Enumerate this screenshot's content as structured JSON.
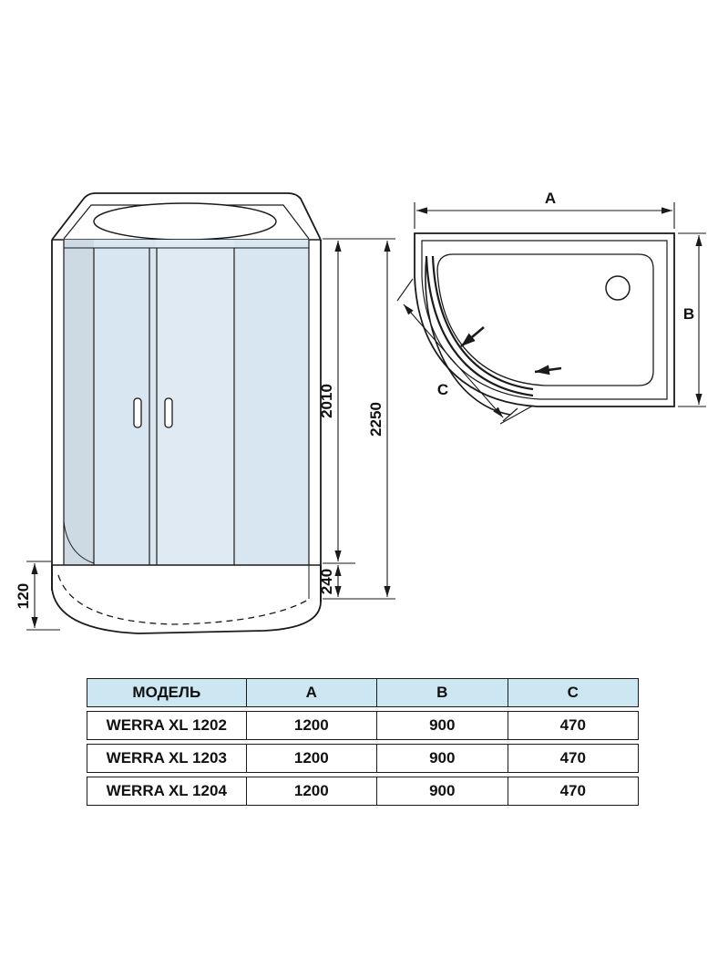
{
  "front_view": {
    "labels": {
      "glass_height": "2010",
      "total_height": "2250",
      "tray_right": "240",
      "tray_left": "120"
    }
  },
  "top_view": {
    "labels": {
      "width": "A",
      "depth": "B",
      "corner": "C"
    }
  },
  "table": {
    "headers": [
      "МОДЕЛЬ",
      "A",
      "B",
      "C"
    ],
    "rows": [
      {
        "model": "WERRA XL 1202",
        "a": "1200",
        "b": "900",
        "c": "470"
      },
      {
        "model": "WERRA XL 1203",
        "a": "1200",
        "b": "900",
        "c": "470"
      },
      {
        "model": "WERRA XL 1204",
        "a": "1200",
        "b": "900",
        "c": "470"
      }
    ]
  },
  "colors": {
    "glass": "#d8e6f1",
    "table_header_bg": "#cde7f2",
    "line": "#1a1a1a"
  }
}
